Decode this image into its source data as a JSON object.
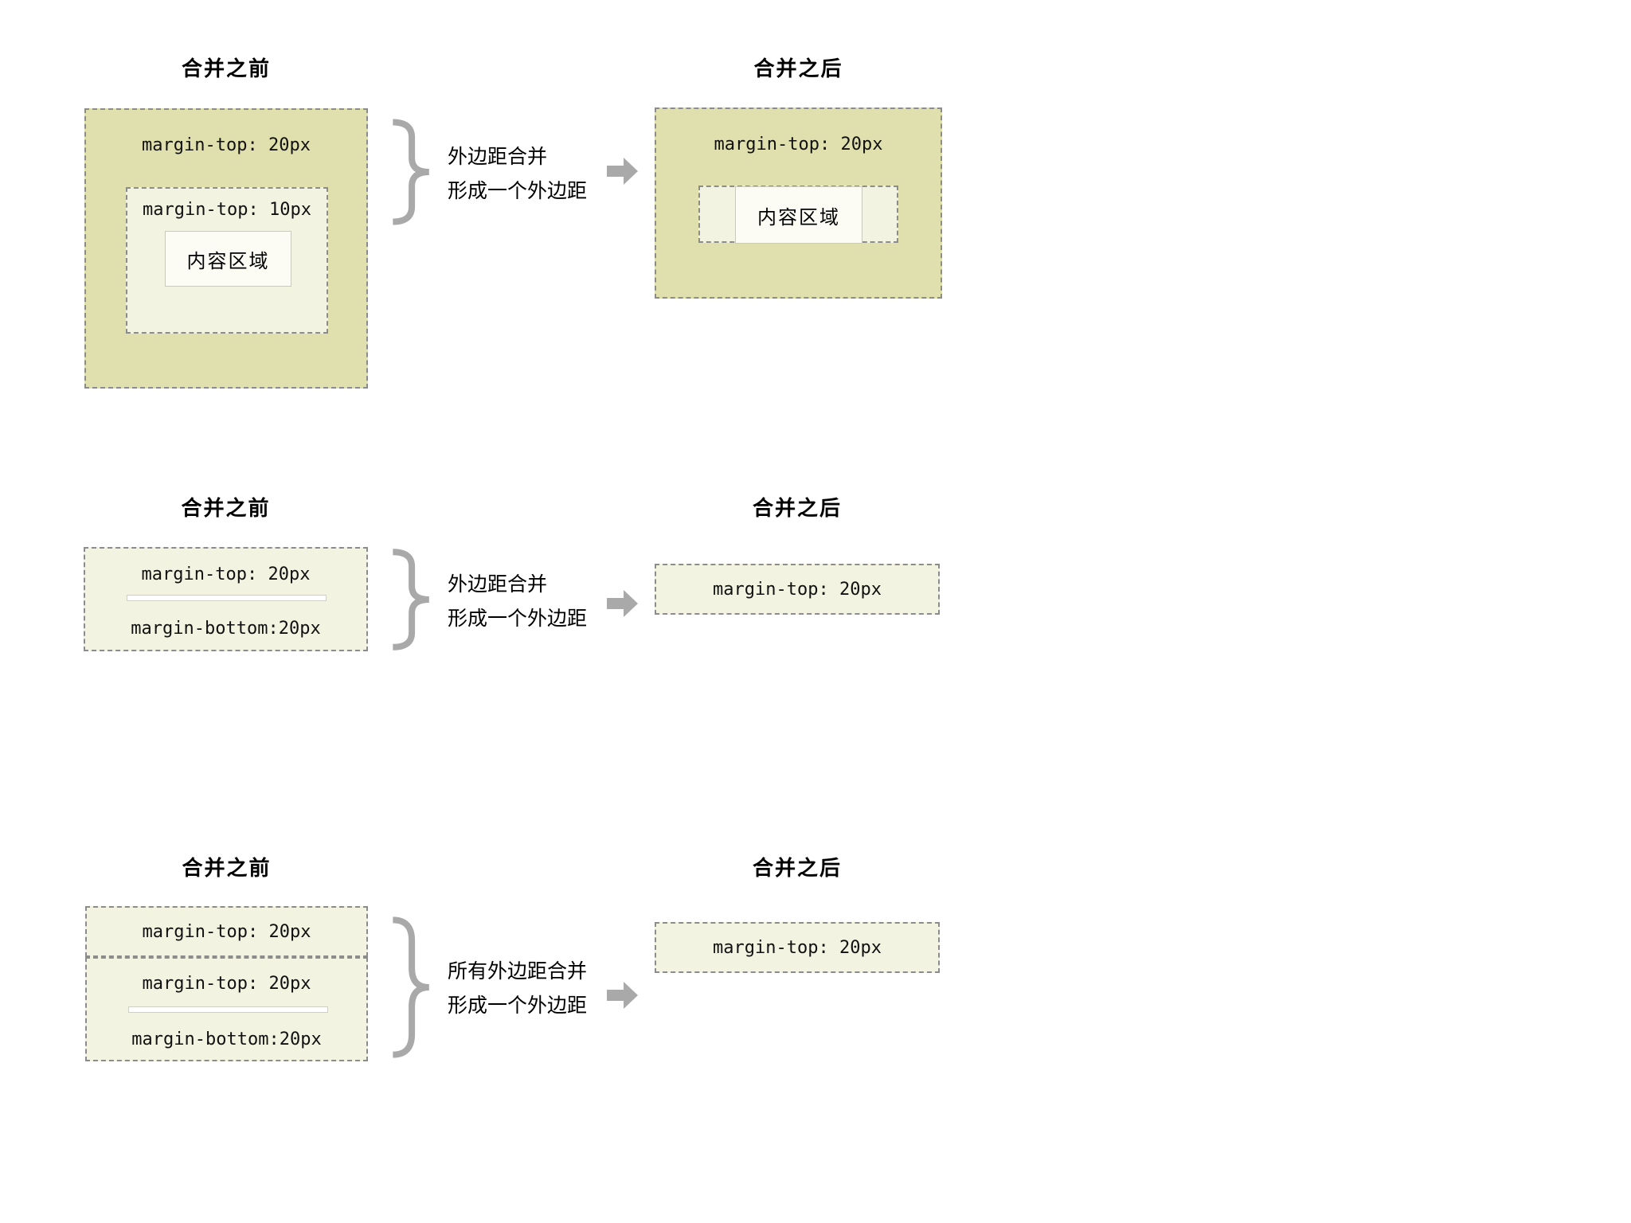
{
  "palette": {
    "box_fill_olive": "#dfe0ad",
    "box_fill_light": "#f2f3e1",
    "content_fill": "#fcfcf4",
    "dashed_border_gray": "#8c8c8c",
    "shape_gray": "#a9a9a9"
  },
  "section1": {
    "title_before": "合并之前",
    "title_after": "合并之后",
    "outer_label": "margin-top: 20px",
    "inner_label": "margin-top: 10px",
    "content_label": "内容区域",
    "note_line1": "外边距合并",
    "note_line2": "形成一个外边距",
    "after_label": "margin-top: 20px",
    "after_content_label": "内容区域"
  },
  "section2": {
    "title_before": "合并之前",
    "title_after": "合并之后",
    "top_label": "margin-top: 20px",
    "bottom_label": "margin-bottom:20px",
    "note_line1": "外边距合并",
    "note_line2": "形成一个外边距",
    "after_label": "margin-top: 20px"
  },
  "section3": {
    "title_before": "合并之前",
    "title_after": "合并之后",
    "box_a_label": "margin-top: 20px",
    "box_b_top_label": "margin-top: 20px",
    "box_b_bottom_label": "margin-bottom:20px",
    "note_line1": "所有外边距合并",
    "note_line2": "形成一个外边距",
    "after_label": "margin-top: 20px"
  }
}
